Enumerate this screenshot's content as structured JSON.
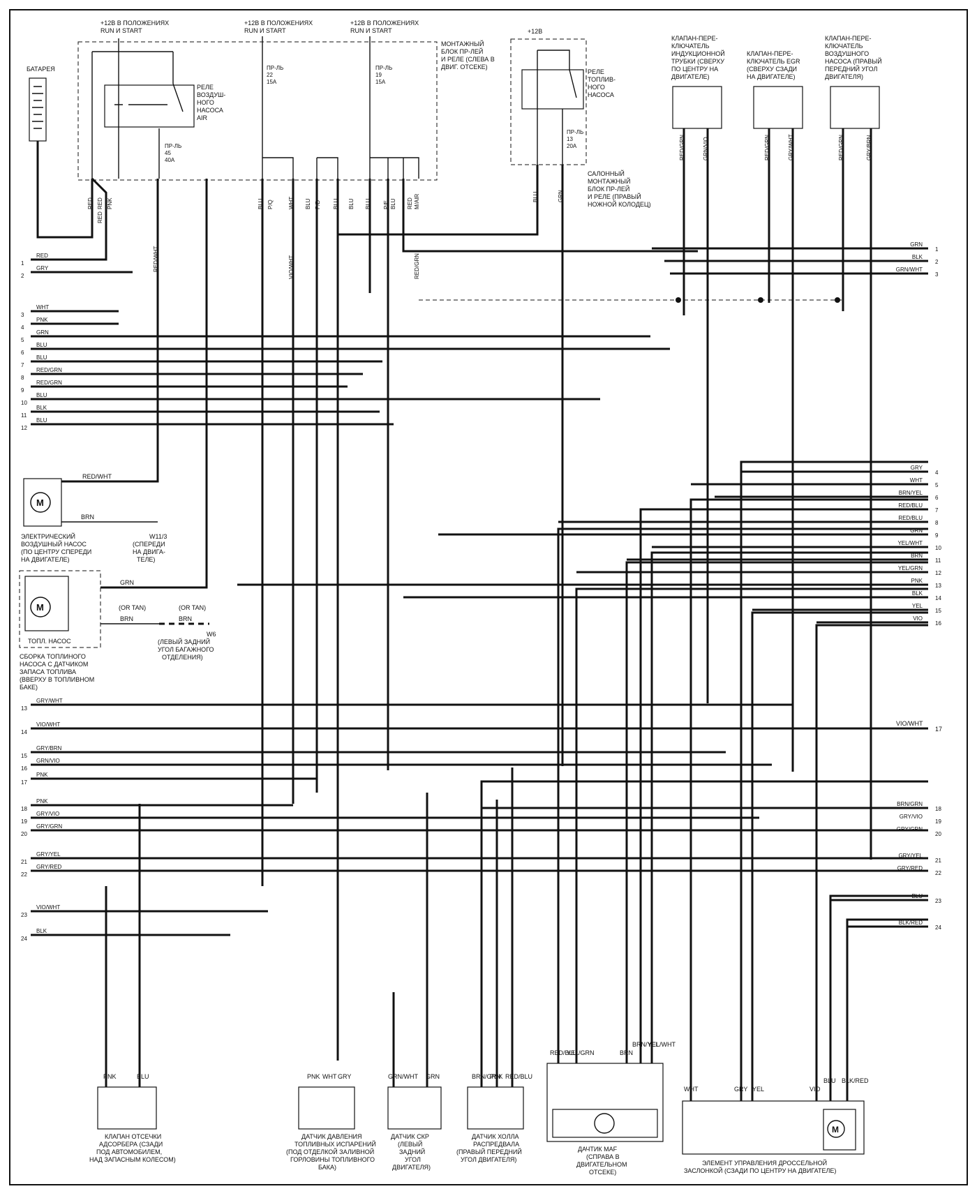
{
  "top": {
    "supply1": [
      "+12В В ПОЛОЖЕНИЯХ",
      "RUN  И  START"
    ],
    "supply2": [
      "+12В В ПОЛОЖЕНИЯХ",
      "RUN  И  START"
    ],
    "supply3": [
      "+12В В ПОЛОЖЕНИЯХ",
      "RUN  И  START"
    ],
    "battery": "БАТАРЕЯ",
    "air_relay": [
      "РЕЛЕ",
      "ВОЗДУШ-",
      "НОГО",
      "НАСОСА",
      "AIR"
    ],
    "engine_block": [
      "МОНТАЖНЫЙ",
      "БЛОК ПР-ЛЕЙ",
      "И РЕЛЕ (СЛЕВА В",
      "ДВИГ. ОТСЕКЕ)"
    ],
    "fuse45": [
      "ПР-ЛЬ",
      "45",
      "40A"
    ],
    "fuse22": [
      "ПР-ЛЬ",
      "22",
      "15A"
    ],
    "fuse19": [
      "ПР-ЛЬ",
      "19",
      "15A"
    ],
    "p12v": "+12В",
    "fuel_relay": [
      "РЕЛЕ",
      "ТОПЛИВ-",
      "НОГО",
      "НАСОСА"
    ],
    "fuse13": [
      "ПР-ЛЬ",
      "13",
      "20A"
    ],
    "cabin_block": [
      "САЛОННЫЙ",
      "МОНТАЖНЫЙ",
      "БЛОК ПР-ЛЕЙ",
      "И  РЕЛЕ (ПРАВЫЙ",
      "НОЖНОЙ КОЛОДЕЦ)"
    ],
    "valve1": [
      "КЛАПАН-ПЕРЕ-",
      "КЛЮЧАТЕЛЬ",
      "ИНДУКЦИОННОЙ",
      "ТРУБКИ  (СВЕРХУ",
      "ПО ЦЕНТРУ НА",
      "ДВИГАТЕЛЕ)"
    ],
    "valve2": [
      "КЛАПАН-ПЕРЕ-",
      "КЛЮЧАТЕЛЬ EGR",
      "(СВЕРХУ СЗАДИ",
      "НА ДВИГАТЕЛЕ)"
    ],
    "valve3": [
      "КЛАПАН-ПЕРЕ-",
      "КЛЮЧАТЕЛЬ",
      "ВОЗДУШНОГО",
      "НАСОСА (ПРАВЫЙ",
      "ПЕРЕДНИЙ УГОЛ",
      "ДВИГАТЕЛЯ)"
    ]
  },
  "top_wires": [
    "RED",
    "RED",
    "RED",
    "PNK",
    "BLU",
    "P/Q",
    "WHT",
    "BLU",
    "P/D",
    "BLU",
    "BLU",
    "BLU",
    "P/E",
    "BLU",
    "RED",
    "M/AIR",
    "BLU",
    "GRN",
    "RED/GRN",
    "GRN/VIO",
    "RED/GRN",
    "GRY/WHT",
    "RED/GRN",
    "GRY/BRN",
    "RED/WHT",
    "VIO/WHT",
    "RED/GRN"
  ],
  "left_rows_top": [
    {
      "n": "1",
      "c": "RED"
    },
    {
      "n": "2",
      "c": "GRY"
    },
    {
      "n": "3",
      "c": "WHT"
    },
    {
      "n": "4",
      "c": "PNK"
    },
    {
      "n": "5",
      "c": "GRN"
    },
    {
      "n": "6",
      "c": "BLU"
    },
    {
      "n": "7",
      "c": "BLU"
    },
    {
      "n": "8",
      "c": "RED/GRN"
    },
    {
      "n": "9",
      "c": "RED/GRN"
    },
    {
      "n": "10",
      "c": "BLU"
    },
    {
      "n": "11",
      "c": "BLK"
    },
    {
      "n": "12",
      "c": "BLU"
    }
  ],
  "left_rows_bottom": [
    {
      "n": "13",
      "c": "GRY/WHT"
    },
    {
      "n": "14",
      "c": "VIO/WHT"
    },
    {
      "n": "15",
      "c": "GRY/BRN"
    },
    {
      "n": "16",
      "c": "GRN/VIO"
    },
    {
      "n": "17",
      "c": "PNK"
    },
    {
      "n": "18",
      "c": "PNK"
    },
    {
      "n": "19",
      "c": "GRY/VIO"
    },
    {
      "n": "20",
      "c": "GRY/GRN"
    },
    {
      "n": "21",
      "c": "GRY/YEL"
    },
    {
      "n": "22",
      "c": "GRY/RED"
    },
    {
      "n": "23",
      "c": "VIO/WHT"
    },
    {
      "n": "24",
      "c": "BLK"
    }
  ],
  "right_rows_top": [
    {
      "n": "1",
      "c": "GRN"
    },
    {
      "n": "2",
      "c": "BLK"
    },
    {
      "n": "3",
      "c": "GRN/WHT"
    }
  ],
  "right_rows_mid": [
    {
      "n": "4",
      "c": "GRY"
    },
    {
      "n": "5",
      "c": "WHT"
    },
    {
      "n": "6",
      "c": "BRN/YEL"
    },
    {
      "n": "7",
      "c": "RED/BLU"
    },
    {
      "n": "8",
      "c": "RED/BLU"
    },
    {
      "n": "9",
      "c": "GRN"
    },
    {
      "n": "10",
      "c": "YEL/WHT"
    },
    {
      "n": "11",
      "c": "BRN"
    },
    {
      "n": "12",
      "c": "YEL/GRN"
    },
    {
      "n": "13",
      "c": "PNK"
    },
    {
      "n": "14",
      "c": "BLK"
    },
    {
      "n": "15",
      "c": "YEL"
    },
    {
      "n": "16",
      "c": "VIO"
    }
  ],
  "right_row_17": {
    "n": "17",
    "c": "VIO/WHT"
  },
  "right_rows_bottom": [
    {
      "n": "18",
      "c": "BRN/GRN"
    },
    {
      "n": "19",
      "c": "GRY/VIO"
    },
    {
      "n": "20",
      "c": "GRY/GRN"
    },
    {
      "n": "21",
      "c": "GRY/YEL"
    },
    {
      "n": "22",
      "c": "GRY/RED"
    },
    {
      "n": "23",
      "c": "BLU"
    },
    {
      "n": "24",
      "c": "BLK/RED"
    }
  ],
  "left_comp": {
    "air_pump": [
      "ЭЛЕКТРИЧЕСКИЙ",
      "ВОЗДУШНЫЙ НАСОС",
      "(ПО ЦЕНТРУ СПЕРЕДИ",
      "НА ДВИГАТЕЛЕ)"
    ],
    "air_pump_w2": "RED/WHT",
    "air_pump_w1": "BRN",
    "ground_w11": [
      "W11/3",
      "(СПЕРЕДИ",
      "НА ДВИГА-",
      "ТЕЛЕ)"
    ],
    "fuel_pump": "ТОПЛ. НАСОС",
    "fuel_assy": [
      "СБОРКА ТОПЛИНОГО",
      "НАСОСА С ДАТЧИКОМ",
      "ЗАПАСА ТОПЛИВА",
      "(ВВЕРХУ В ТОПЛИВНОМ",
      "БАКЕ)"
    ],
    "fp_a": "GRN",
    "fp_b": "BRN",
    "ortan1": "(OR TAN)",
    "ortan2": "(OR TAN)",
    "fp_b2": "BRN",
    "ground_w6": [
      "W6",
      "(ЛЕВЫЙ ЗАДНИЙ",
      "УГОЛ БАГАЖНОГО",
      "ОТДЕЛЕНИЯ)"
    ]
  },
  "bottom": {
    "canister": [
      "КЛАПАН ОТСЕЧКИ",
      "АДСОРБЕРА (СЗАДИ",
      "ПОД АВТОМОБИЛЕМ,",
      "НАД ЗАПАСНЫМ КОЛЕСОМ)"
    ],
    "canister_w": [
      "PNK",
      "BLU"
    ],
    "evap": [
      "ДАТЧИК ДАВЛЕНИЯ",
      "ТОПЛИВНЫХ ИСПАРЕНИЙ",
      "(ПОД ОТДЕЛКОЙ ЗАЛИВНОЙ",
      "ГОРЛОВИНЫ ТОПЛИВНОГО",
      "БАКА)"
    ],
    "evap_w": [
      "PNK",
      "WHT",
      "GRY"
    ],
    "ckp": [
      "ДАТЧИК СКР",
      "(ЛЕВЫЙ",
      "ЗАДНИЙ",
      "УГОЛ",
      "ДВИГАТЕЛЯ)"
    ],
    "ckp_w": [
      "GRN/WHT",
      "GRN"
    ],
    "hall": [
      "ДАТЧИК ХОЛЛА",
      "РАСПРЕДВАЛА",
      "(ПРАВЫЙ ПЕРЕДНИЙ",
      "УГОЛ ДВИГАТЕЛЯ)"
    ],
    "hall_w": [
      "BRN/GRN",
      "PNK",
      "RED/BLU"
    ],
    "maf": [
      "ДАЧТИК MAF",
      "(СПРАВА В",
      "ДВИГАТЕЛЬНОМ",
      "ОТСЕКЕ)"
    ],
    "maf_w": [
      "RED/BLU",
      "YEL/GRN",
      "BRN",
      "BRN/YEL",
      "YEL/WHT"
    ],
    "throttle": [
      "ЭЛЕМЕНТ УПРАВЛЕНИЯ ДРОССЕЛЬНОЙ",
      "ЗАСЛОНКОЙ (СЗАДИ  ПО ЦЕНТРУ НА ДВИГАТЕЛЕ)"
    ],
    "throttle_w": [
      "WHT",
      "GRY",
      "YEL",
      "VIO",
      "BLU",
      "BLK/RED"
    ]
  }
}
